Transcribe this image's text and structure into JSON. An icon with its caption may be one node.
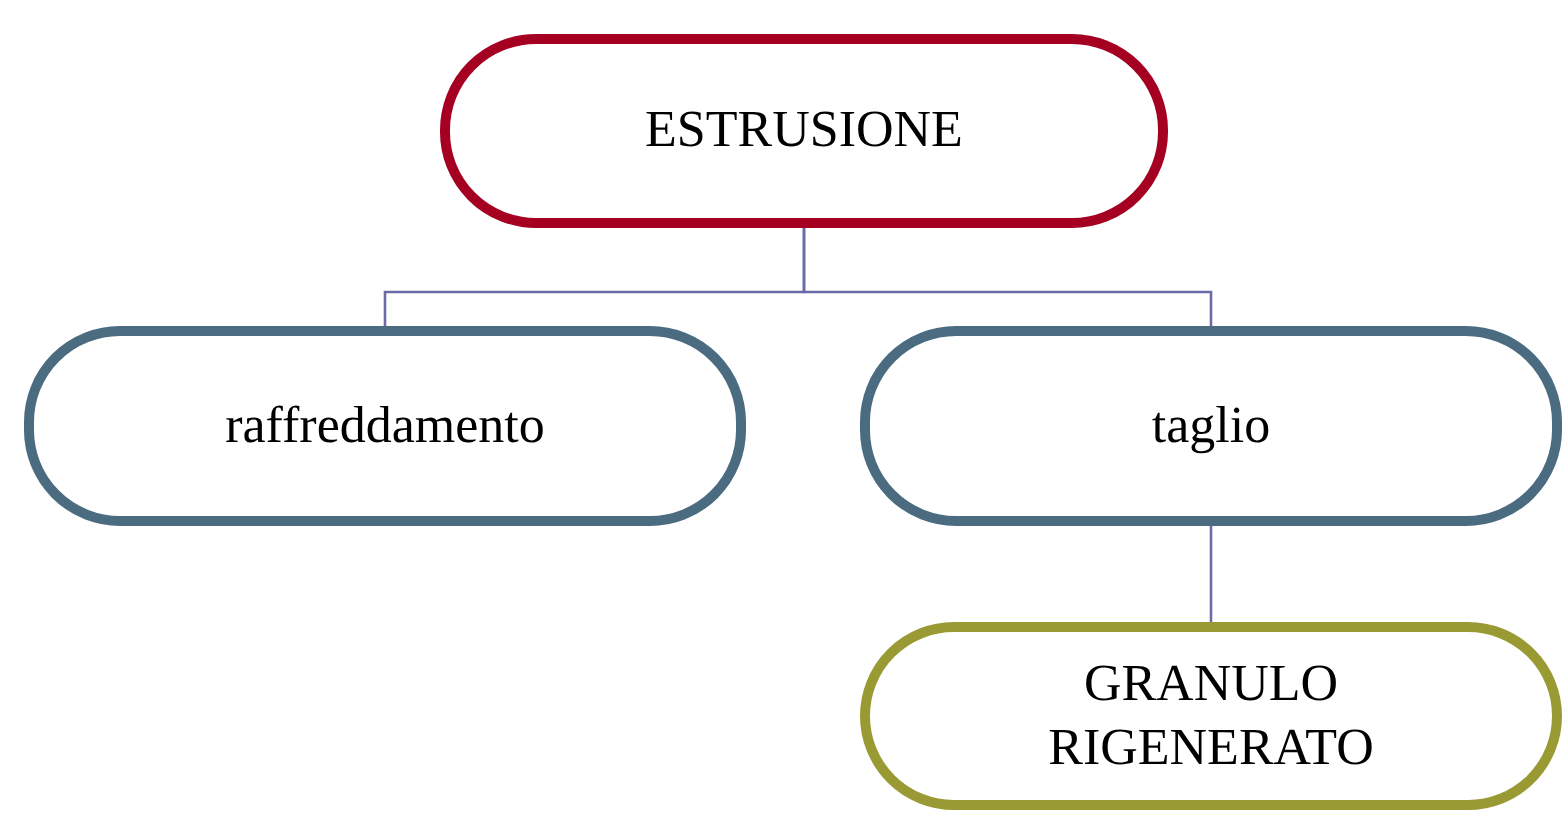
{
  "diagram": {
    "nodes": [
      {
        "text": [
          "ESTRUSIONE"
        ]
      },
      {
        "text": [
          "raffreddamento"
        ]
      },
      {
        "text": [
          "taglio"
        ]
      },
      {
        "text": [
          "GRANULO RIGENERATO"
        ]
      }
    ],
    "edges": [
      {
        "from": 0,
        "to": 1,
        "arrow": "none"
      },
      {
        "from": 0,
        "to": 2,
        "arrow": "none"
      },
      {
        "from": 2,
        "to": 3,
        "arrow": "none"
      }
    ]
  }
}
